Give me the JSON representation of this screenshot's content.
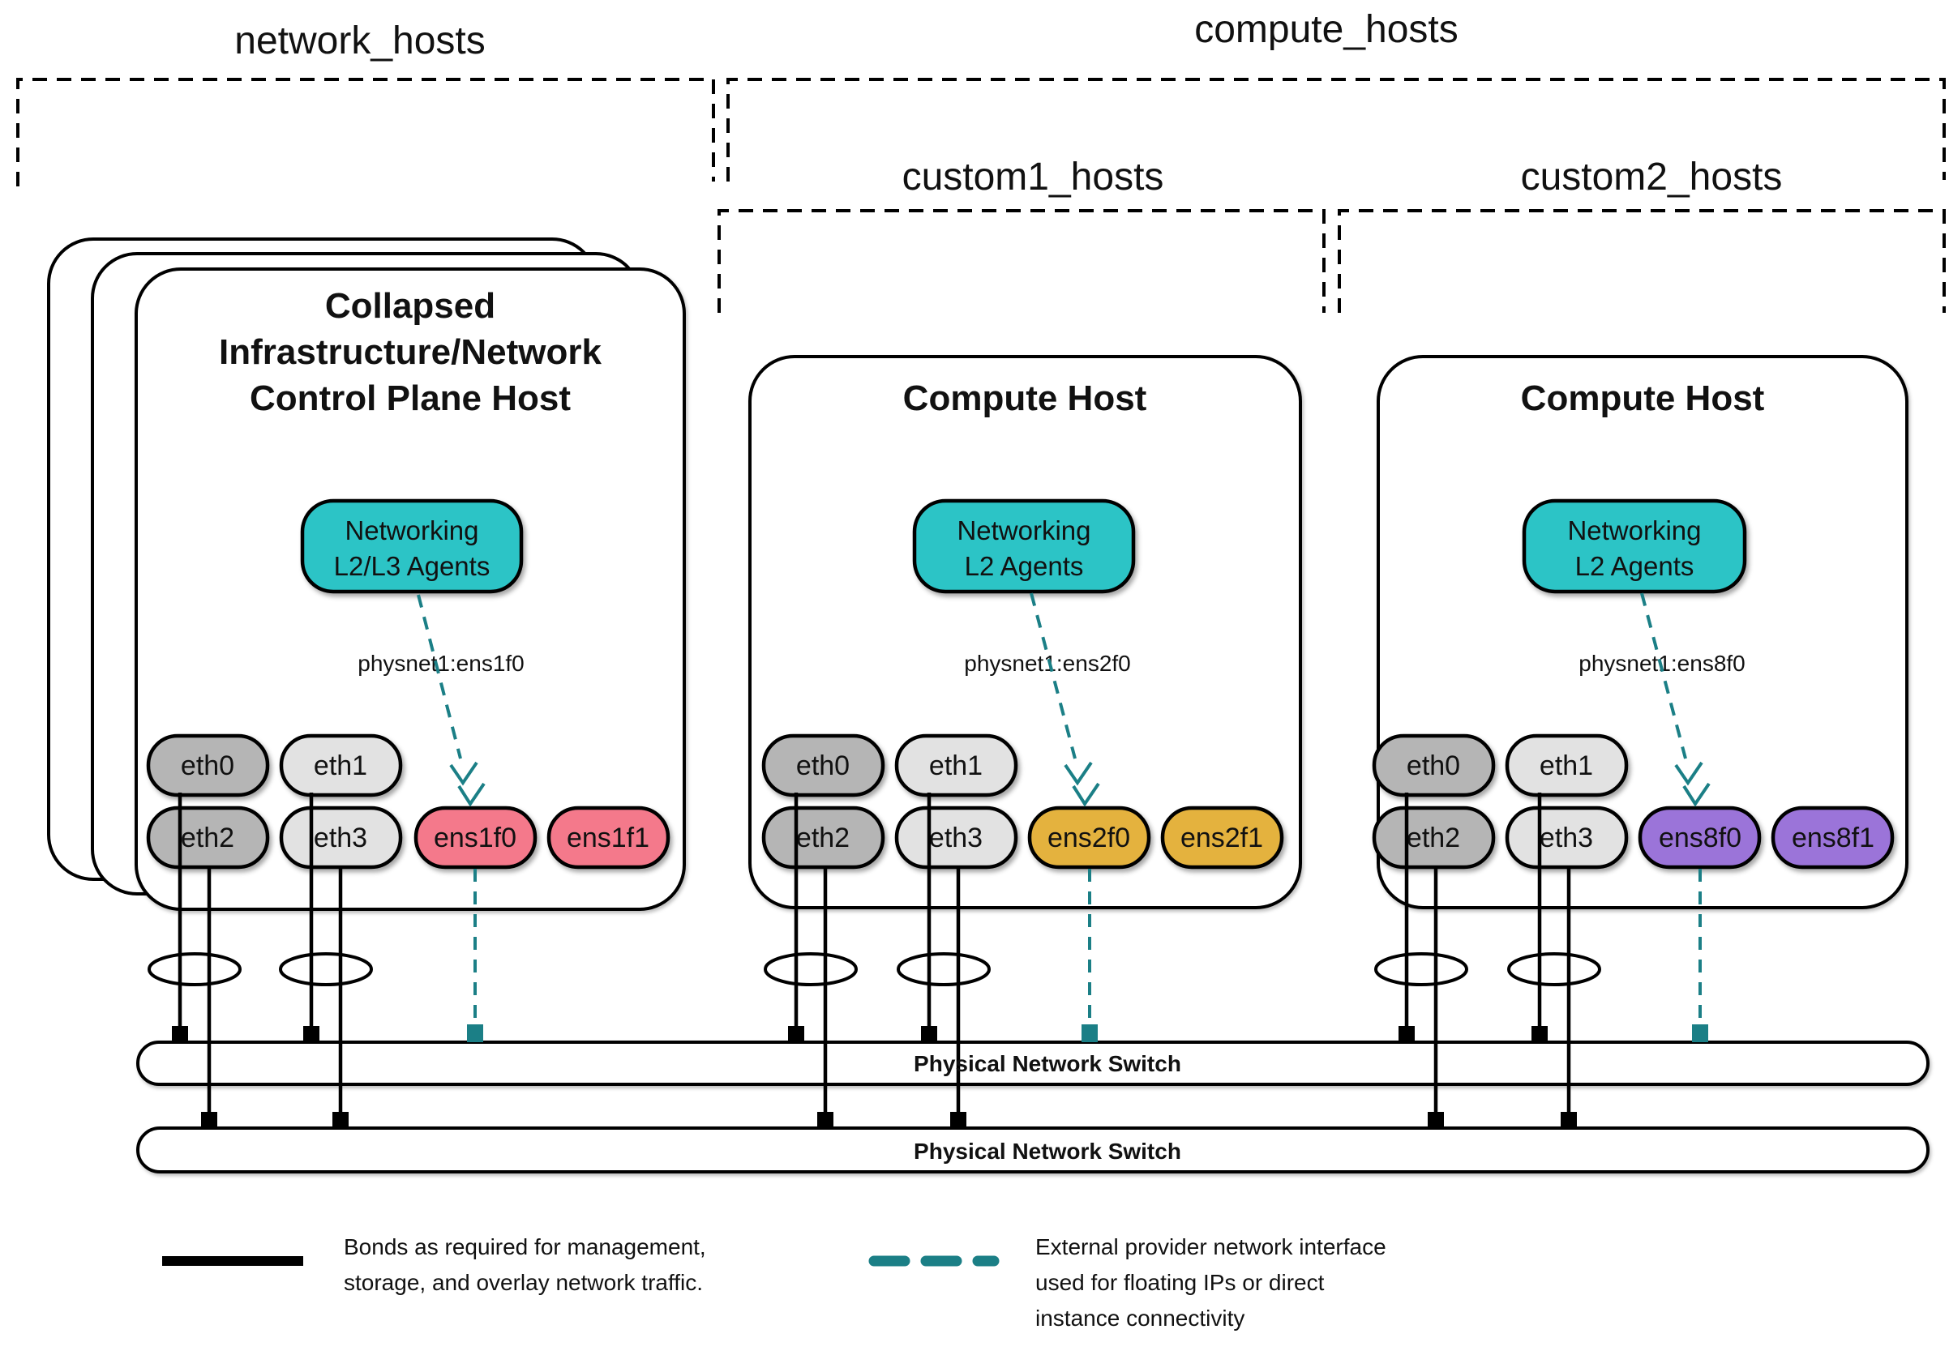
{
  "diagram": {
    "groups": [
      {
        "id": "network",
        "label": "network_hosts"
      },
      {
        "id": "compute",
        "label": "compute_hosts"
      },
      {
        "id": "custom1",
        "label": "custom1_hosts"
      },
      {
        "id": "custom2",
        "label": "custom2_hosts"
      }
    ],
    "hosts": [
      {
        "title_lines": [
          "Collapsed",
          "Infrastructure/Network",
          "Control Plane Host"
        ],
        "agent_lines": [
          "Networking",
          "L2/L3 Agents"
        ],
        "physnet_label": "physnet1:ens1f0",
        "nics": [
          {
            "label": "eth0",
            "fill": "#b5b5b5",
            "text": "#1a1a1a"
          },
          {
            "label": "eth1",
            "fill": "#e2e2e2",
            "text": "#1a1a1a"
          },
          {
            "label": "eth2",
            "fill": "#b5b5b5",
            "text": "#1a1a1a"
          },
          {
            "label": "eth3",
            "fill": "#e2e2e2",
            "text": "#1a1a1a"
          },
          {
            "label": "ens1f0",
            "fill": "#f4798b",
            "text": "#1a1a1a"
          },
          {
            "label": "ens1f1",
            "fill": "#f4798b",
            "text": "#1a1a1a"
          }
        ]
      },
      {
        "title_lines": [
          "Compute Host"
        ],
        "agent_lines": [
          "Networking",
          "L2 Agents"
        ],
        "physnet_label": "physnet1:ens2f0",
        "nics": [
          {
            "label": "eth0",
            "fill": "#b5b5b5",
            "text": "#1a1a1a"
          },
          {
            "label": "eth1",
            "fill": "#e2e2e2",
            "text": "#1a1a1a"
          },
          {
            "label": "eth2",
            "fill": "#b5b5b5",
            "text": "#1a1a1a"
          },
          {
            "label": "eth3",
            "fill": "#e2e2e2",
            "text": "#1a1a1a"
          },
          {
            "label": "ens2f0",
            "fill": "#e4b23e",
            "text": "#1a1a1a"
          },
          {
            "label": "ens2f1",
            "fill": "#e4b23e",
            "text": "#1a1a1a"
          }
        ]
      },
      {
        "title_lines": [
          "Compute Host"
        ],
        "agent_lines": [
          "Networking",
          "L2 Agents"
        ],
        "physnet_label": "physnet1:ens8f0",
        "nics": [
          {
            "label": "eth0",
            "fill": "#b5b5b5",
            "text": "#1a1a1a"
          },
          {
            "label": "eth1",
            "fill": "#e2e2e2",
            "text": "#1a1a1a"
          },
          {
            "label": "eth2",
            "fill": "#b5b5b5",
            "text": "#1a1a1a"
          },
          {
            "label": "eth3",
            "fill": "#e2e2e2",
            "text": "#1a1a1a"
          },
          {
            "label": "ens8f0",
            "fill": "#9b74d9",
            "text": "#ffffff"
          },
          {
            "label": "ens8f1",
            "fill": "#9b74d9",
            "text": "#ffffff"
          }
        ]
      }
    ],
    "switches": [
      {
        "label": "Physical Network Switch"
      },
      {
        "label": "Physical Network Switch"
      }
    ],
    "legend": {
      "bond_lines": [
        "Bonds as required for management,",
        "storage, and overlay network traffic."
      ],
      "provider_lines": [
        "External provider network interface",
        "used for floating IPs or direct",
        "instance connectivity"
      ]
    },
    "colors": {
      "agent_fill": "#2cc4c6",
      "provider_dash": "#1b7f86",
      "bond_line": "#000000"
    }
  }
}
